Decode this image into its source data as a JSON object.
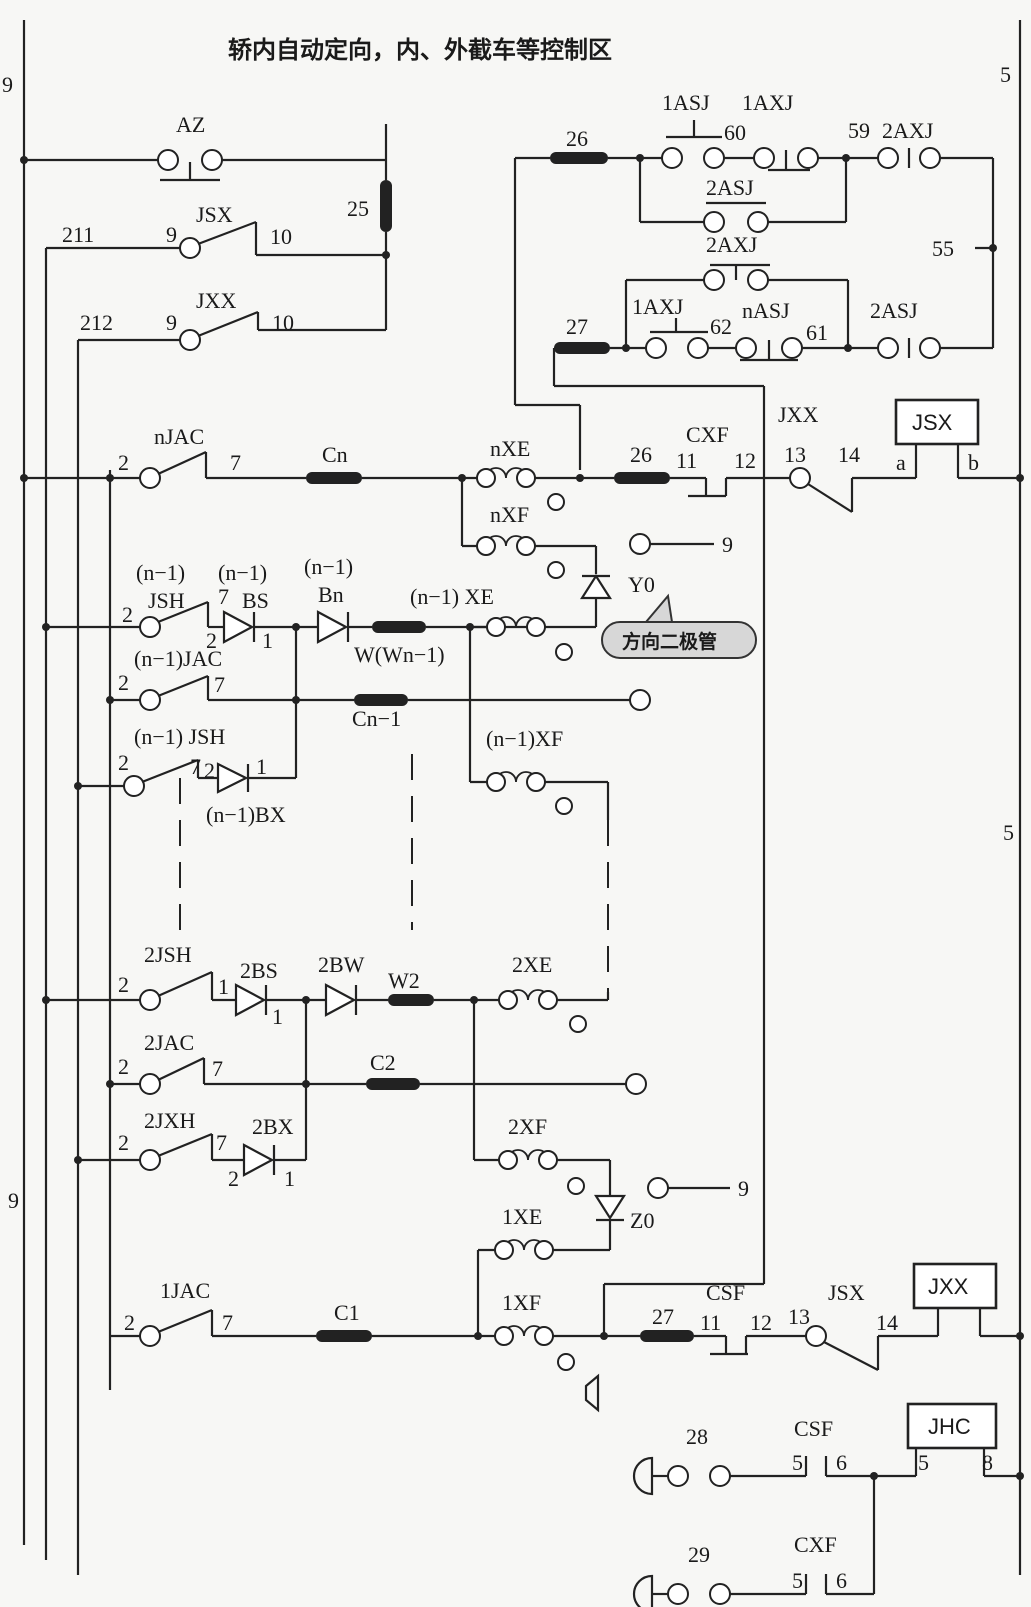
{
  "title": "轿内自动定向，内、外截车等控制区",
  "rails": {
    "left": "9",
    "right": "5"
  },
  "wire_numbers": {
    "w211": "211",
    "w212": "212",
    "w25": "25",
    "w26": "26",
    "w27": "27",
    "w55": "55",
    "w59": "59",
    "w60": "60",
    "w61": "61",
    "w62": "62",
    "w28": "28",
    "w29": "29"
  },
  "terminals": {
    "t9": "9",
    "t10": "10",
    "t2": "2",
    "t7": "7",
    "t1": "1",
    "t11": "11",
    "t12": "12",
    "t13": "13",
    "t14": "14",
    "t5": "5",
    "t6": "6",
    "t8": "8",
    "ta": "a",
    "tb": "b"
  },
  "contacts": {
    "AZ": "AZ",
    "JSX": "JSX",
    "JXX": "JXX",
    "ASJ1": "1ASJ",
    "AXJ1": "1AXJ",
    "AXJ2": "2AXJ",
    "ASJ2": "2ASJ",
    "nASJ": "nASJ",
    "nJAC": "nJAC",
    "nXE": "nXE",
    "nXF": "nXF",
    "CXF": "CXF",
    "CSF": "CSF",
    "n1JSH_a": "(n−1)",
    "n1JSH_b": "JSH",
    "n1BS_a": "(n−1)",
    "n1BS_b": "BS",
    "n1Bn_a": "(n−1)",
    "n1Bn_b": "Bn",
    "n1XE": "(n−1) XE",
    "n1JAC": "(n−1)JAC",
    "n1JSH2": "(n−1) JSH",
    "n1BX": "(n−1)BX",
    "n1XF": "(n−1)XF",
    "JSH2": "2JSH",
    "BS2": "2BS",
    "BW2": "2BW",
    "XE2": "2XE",
    "JAC2": "2JAC",
    "JXH2": "2JXH",
    "BX2": "2BX",
    "XF2": "2XF",
    "XE1": "1XE",
    "XF1": "1XF",
    "JAC1": "1JAC"
  },
  "resistors": {
    "Cn": "Cn",
    "Cn1": "Cn−1",
    "W": "W(Wn−1)",
    "W2": "W2",
    "C2": "C2",
    "C1": "C1"
  },
  "relays": {
    "JSX": "JSX",
    "JXX": "JXX",
    "JHC": "JHC"
  },
  "diodes": {
    "Y0": "Y0",
    "Z0": "Z0"
  },
  "callout": "方向二极管"
}
